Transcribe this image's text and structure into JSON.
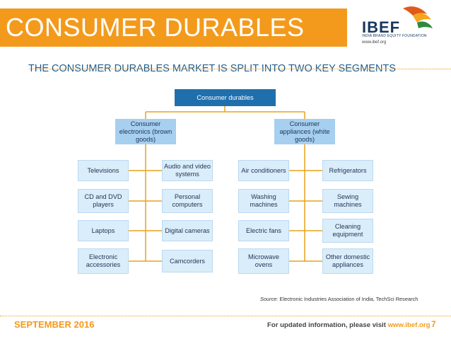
{
  "header": {
    "title": "CONSUMER DURABLES"
  },
  "logo": {
    "name": "IBEF",
    "tagline": "INDIA BRAND EQUITY FOUNDATION",
    "url": "www.ibef.org"
  },
  "subtitle": "THE CONSUMER DURABLES MARKET IS SPLIT INTO TWO KEY SEGMENTS",
  "diagram": {
    "root": "Consumer durables",
    "segments": [
      {
        "label": "Consumer electronics (brown goods)",
        "items": [
          "Televisions",
          "Audio and video systems",
          "CD and DVD players",
          "Personal computers",
          "Laptops",
          "Digital cameras",
          "Electronic accessories",
          "Camcorders"
        ]
      },
      {
        "label": "Consumer appliances (white goods)",
        "items": [
          "Air conditioners",
          "Refrigerators",
          "Washing machines",
          "Sewing machines",
          "Electric fans",
          "Cleaning equipment",
          "Microwave ovens",
          "Other domestic appliances"
        ]
      }
    ]
  },
  "source": {
    "prefix": "Source:",
    "text": " Electronic Industries Association of India, TechSci Research"
  },
  "footer": {
    "date": "SEPTEMBER 2016",
    "text": "For updated information, please visit ",
    "link": "www.ibef.org",
    "page": "7"
  },
  "colors": {
    "accent": "#f39a1c",
    "dark_blue": "#1f6fad",
    "mid_blue": "#a6cff0",
    "light_blue": "#daedfb",
    "connector": "#e8a21a"
  }
}
